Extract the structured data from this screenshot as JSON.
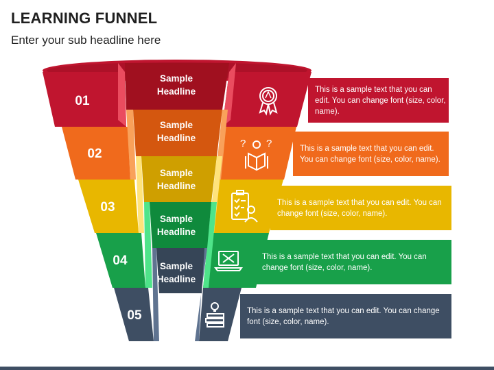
{
  "title": "LEARNING FUNNEL",
  "subtitle": "Enter your sub headline here",
  "stages": [
    {
      "number": "01",
      "headline_line1": "Sample",
      "headline_line2": "Headline",
      "text": "This is a sample text that you can edit. You can change font (size, color, name).",
      "icon": "award-ribbon-icon",
      "color": "#c0152f"
    },
    {
      "number": "02",
      "headline_line1": "Sample",
      "headline_line2": "Headline",
      "text": "This is a sample text that you can edit. You can change font (size, color, name).",
      "icon": "student-idea-book-icon",
      "color": "#f06a1c"
    },
    {
      "number": "03",
      "headline_line1": "Sample",
      "headline_line2": "Headline",
      "text": "This is a sample text that you can edit. You can change font (size, color, name).",
      "icon": "clipboard-checklist-icon",
      "color": "#e8b700"
    },
    {
      "number": "04",
      "headline_line1": "Sample",
      "headline_line2": "Headline",
      "text": "This is a sample text that you can edit. You can change font (size, color, name).",
      "icon": "laptop-pencil-icon",
      "color": "#18a04a"
    },
    {
      "number": "05",
      "headline_line1": "Sample",
      "headline_line2": "Headline",
      "text": "This is a sample text that you can edit. You can change font (size, color, name).",
      "icon": "books-lightbulb-icon",
      "color": "#3e4e63"
    }
  ]
}
